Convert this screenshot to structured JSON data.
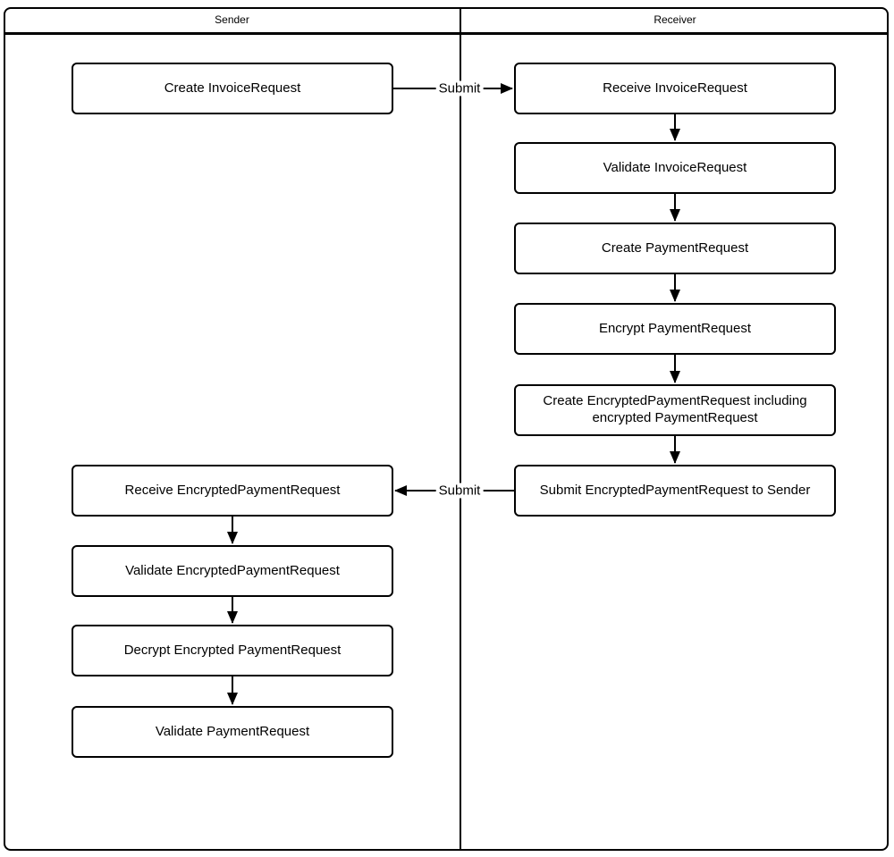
{
  "lanes": {
    "sender": "Sender",
    "receiver": "Receiver"
  },
  "nodes": {
    "create_invoice_request": "Create InvoiceRequest",
    "receive_invoice_request": "Receive InvoiceRequest",
    "validate_invoice_request": "Validate InvoiceRequest",
    "create_payment_request": "Create PaymentRequest",
    "encrypt_payment_request": "Encrypt PaymentRequest",
    "create_encrypted_payment_request": "Create EncryptedPaymentRequest including encrypted PaymentRequest",
    "submit_encrypted_payment_request": "Submit EncryptedPaymentRequest to Sender",
    "receive_encrypted_payment_request": "Receive EncryptedPaymentRequest",
    "validate_encrypted_payment_request": "Validate EncryptedPaymentRequest",
    "decrypt_encrypted_payment_request": "Decrypt Encrypted PaymentRequest",
    "validate_payment_request": "Validate PaymentRequest"
  },
  "edge_labels": {
    "submit_invoice": "Submit",
    "submit_payment": "Submit"
  },
  "colors": {
    "stroke": "#000000",
    "background": "#ffffff"
  }
}
